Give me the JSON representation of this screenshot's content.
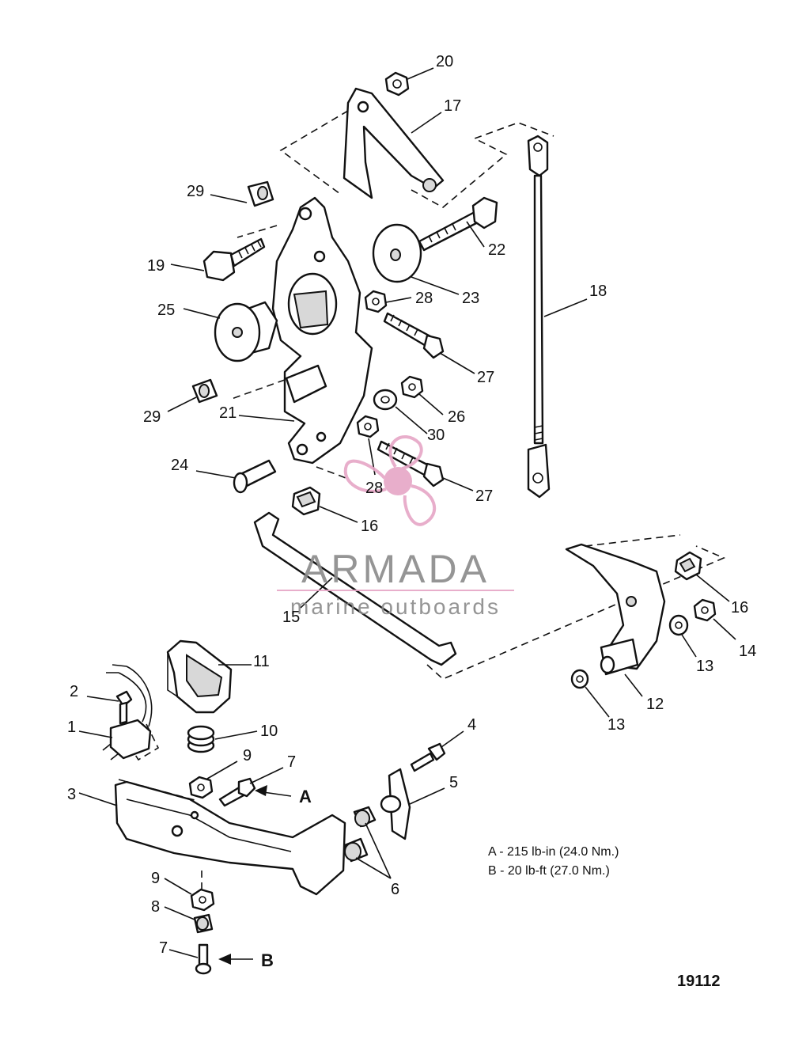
{
  "callouts": {
    "c20": "20",
    "c17": "17",
    "c29a": "29",
    "c19": "19",
    "c22": "22",
    "c23": "23",
    "c28a": "28",
    "c18": "18",
    "c25": "25",
    "c27a": "27",
    "c26": "26",
    "c29b": "29",
    "c21": "21",
    "c30": "30",
    "c24": "24",
    "c28b": "28",
    "c27b": "27",
    "c16a": "16",
    "c15": "15",
    "c16b": "16",
    "c14": "14",
    "c13a": "13",
    "c11": "11",
    "c12": "12",
    "c13b": "13",
    "c2": "2",
    "c10": "10",
    "c1": "1",
    "c9a": "9",
    "c7a": "7",
    "c4": "4",
    "c5": "5",
    "c3": "3",
    "c6": "6",
    "c9b": "9",
    "c8": "8",
    "c7b": "7"
  },
  "arrows": {
    "a": "A",
    "b": "B"
  },
  "torque_specs": [
    "A - 215 lb-in (24.0 Nm.)",
    "B - 20 lb-ft (27.0 Nm.)"
  ],
  "figure_number": "19112",
  "watermark": {
    "brand": "ARMADA",
    "tagline": "marine outboards",
    "color": "#e6a6c6"
  }
}
